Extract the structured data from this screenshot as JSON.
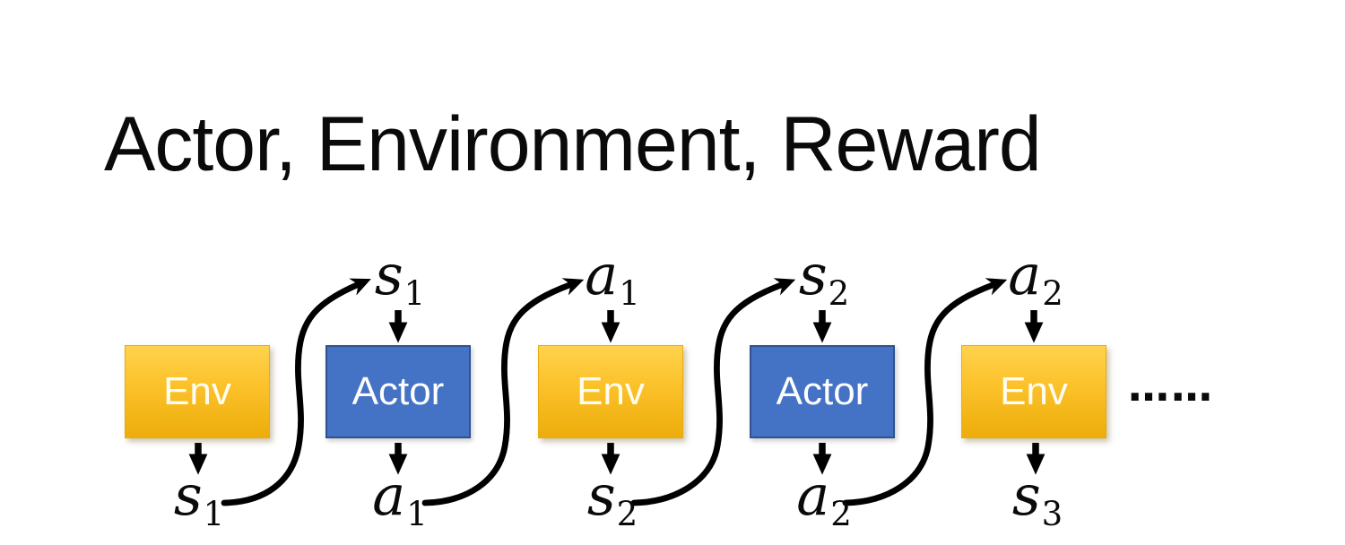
{
  "title": "Actor, Environment, Reward",
  "ellipsis": "……",
  "diagram": {
    "description": "Interaction loop between Actor and Environment producing a trajectory",
    "sequence": [
      "s1 -> Actor -> a1",
      "a1 -> Env -> s2",
      "s2 -> Actor -> a2",
      "a2 -> Env -> s3"
    ]
  },
  "nodes": [
    {
      "type": "env",
      "label": "Env"
    },
    {
      "type": "actor",
      "label": "Actor"
    },
    {
      "type": "env",
      "label": "Env"
    },
    {
      "type": "actor",
      "label": "Actor"
    },
    {
      "type": "env",
      "label": "Env"
    }
  ],
  "labels": {
    "top": [
      {
        "base": "s",
        "sub": "1"
      },
      {
        "base": "a",
        "sub": "1"
      },
      {
        "base": "s",
        "sub": "2"
      },
      {
        "base": "a",
        "sub": "2"
      }
    ],
    "bottom": [
      {
        "base": "s",
        "sub": "1"
      },
      {
        "base": "a",
        "sub": "1"
      },
      {
        "base": "s",
        "sub": "2"
      },
      {
        "base": "a",
        "sub": "2"
      },
      {
        "base": "s",
        "sub": "3"
      }
    ]
  },
  "colors": {
    "env_gradient_top": "#FFD24F",
    "env_gradient_bottom": "#EDAD0B",
    "actor_fill": "#4472C4",
    "actor_border": "#2F528F",
    "box_text": "#FFFFFF",
    "arrow": "#000000",
    "title_text": "#0A0A0A",
    "background": "#FFFFFF"
  }
}
